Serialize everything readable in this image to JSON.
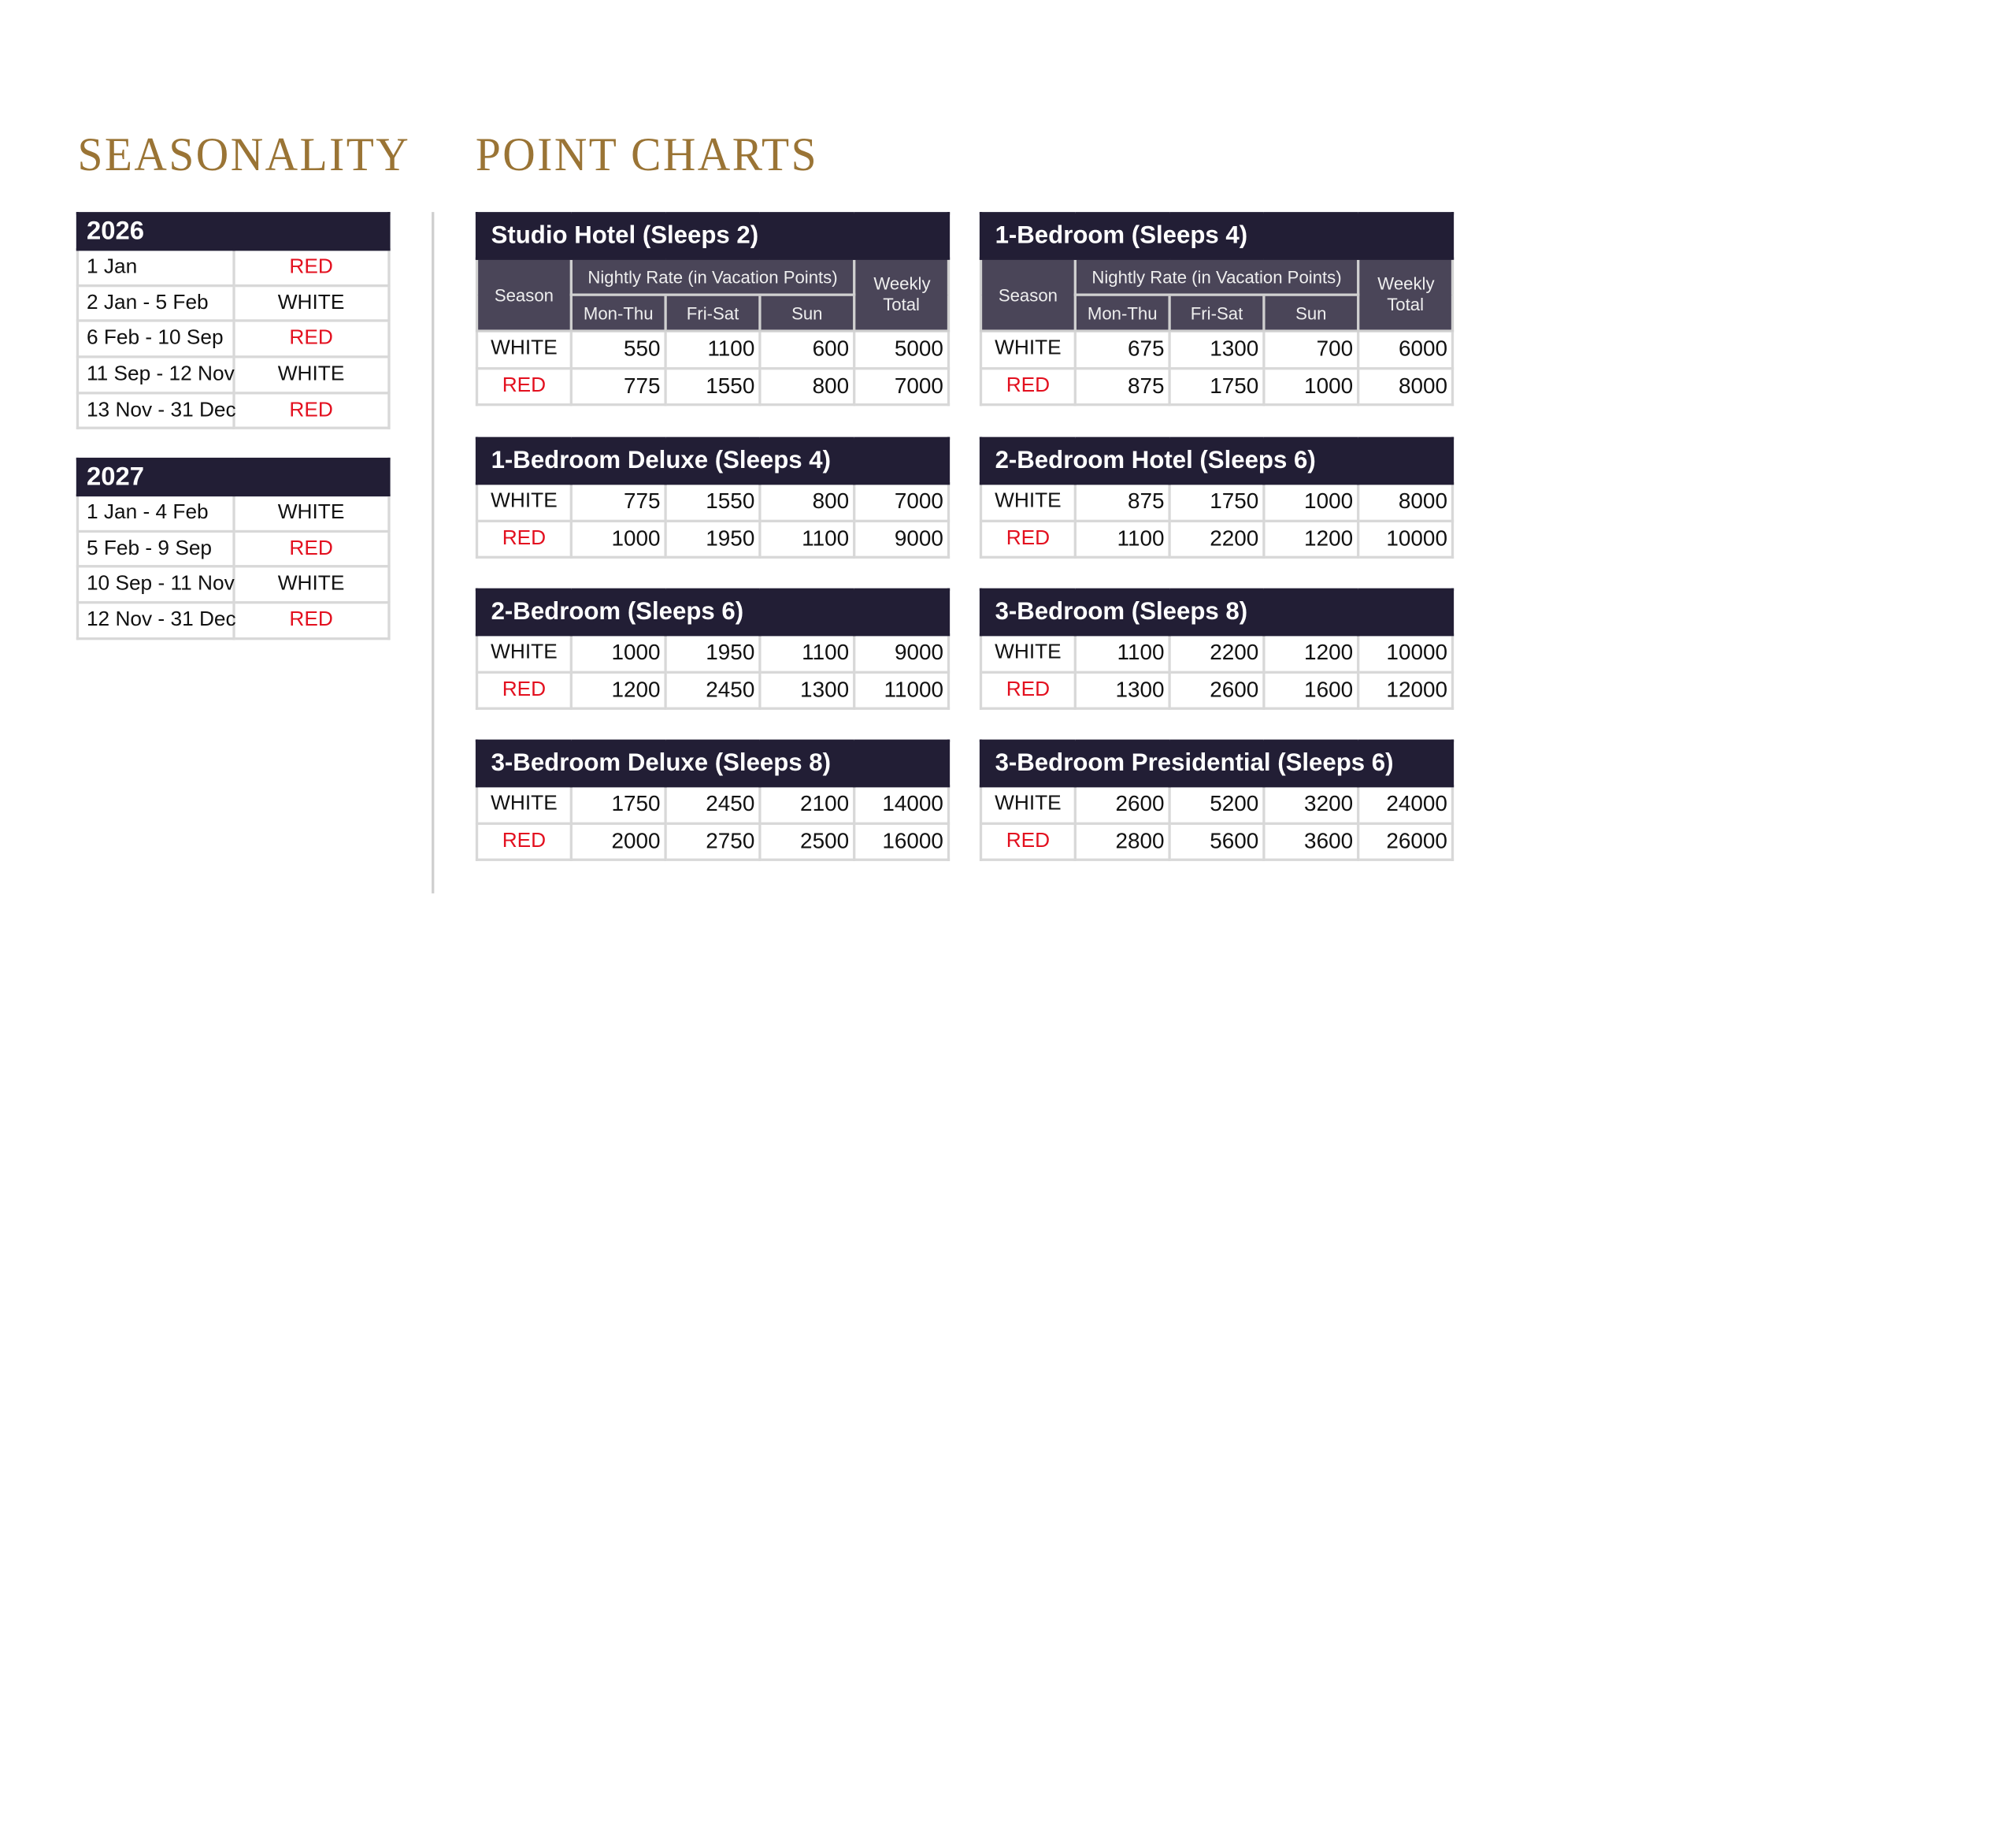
{
  "headings": {
    "seasonality": "SEASONALITY",
    "point_charts": "POINT CHARTS"
  },
  "colors": {
    "gold": "#9a7435",
    "navy": "#221e35",
    "subheader": "#4a4558",
    "red": "#e3101f"
  },
  "seasonality": [
    {
      "year": "2026",
      "rows": [
        [
          "1 Jan",
          "RED"
        ],
        [
          "2 Jan - 5 Feb",
          "WHITE"
        ],
        [
          "6 Feb - 10 Sep",
          "RED"
        ],
        [
          "11 Sep - 12 Nov",
          "WHITE"
        ],
        [
          "13 Nov - 31 Dec",
          "RED"
        ]
      ]
    },
    {
      "year": "2027",
      "rows": [
        [
          "1 Jan - 4 Feb",
          "WHITE"
        ],
        [
          "5 Feb - 9 Sep",
          "RED"
        ],
        [
          "10 Sep - 11 Nov",
          "WHITE"
        ],
        [
          "12 Nov - 31 Dec",
          "RED"
        ]
      ]
    }
  ],
  "column_headers": {
    "season": "Season",
    "nightly": "Nightly Rate (in Vacation Points)",
    "mon_thu": "Mon-Thu",
    "fri_sat": "Fri-Sat",
    "sun": "Sun",
    "weekly": "Weekly Total"
  },
  "point_charts": [
    {
      "title": "Studio Hotel (Sleeps 2)",
      "rows": [
        [
          "WHITE",
          "550",
          "1100",
          "600",
          "5000"
        ],
        [
          "RED",
          "775",
          "1550",
          "800",
          "7000"
        ]
      ]
    },
    {
      "title": "1-Bedroom (Sleeps 4)",
      "rows": [
        [
          "WHITE",
          "675",
          "1300",
          "700",
          "6000"
        ],
        [
          "RED",
          "875",
          "1750",
          "1000",
          "8000"
        ]
      ]
    },
    {
      "title": "1-Bedroom Deluxe (Sleeps 4)",
      "rows": [
        [
          "WHITE",
          "775",
          "1550",
          "800",
          "7000"
        ],
        [
          "RED",
          "1000",
          "1950",
          "1100",
          "9000"
        ]
      ]
    },
    {
      "title": "2-Bedroom Hotel (Sleeps 6)",
      "rows": [
        [
          "WHITE",
          "875",
          "1750",
          "1000",
          "8000"
        ],
        [
          "RED",
          "1100",
          "2200",
          "1200",
          "10000"
        ]
      ]
    },
    {
      "title": "2-Bedroom (Sleeps 6)",
      "rows": [
        [
          "WHITE",
          "1000",
          "1950",
          "1100",
          "9000"
        ],
        [
          "RED",
          "1200",
          "2450",
          "1300",
          "11000"
        ]
      ]
    },
    {
      "title": "3-Bedroom (Sleeps 8)",
      "rows": [
        [
          "WHITE",
          "1100",
          "2200",
          "1200",
          "10000"
        ],
        [
          "RED",
          "1300",
          "2600",
          "1600",
          "12000"
        ]
      ]
    },
    {
      "title": "3-Bedroom Deluxe (Sleeps 8)",
      "rows": [
        [
          "WHITE",
          "1750",
          "2450",
          "2100",
          "14000"
        ],
        [
          "RED",
          "2000",
          "2750",
          "2500",
          "16000"
        ]
      ]
    },
    {
      "title": "3-Bedroom Presidential (Sleeps 6)",
      "rows": [
        [
          "WHITE",
          "2600",
          "5200",
          "3200",
          "24000"
        ],
        [
          "RED",
          "2800",
          "5600",
          "3600",
          "26000"
        ]
      ]
    }
  ]
}
